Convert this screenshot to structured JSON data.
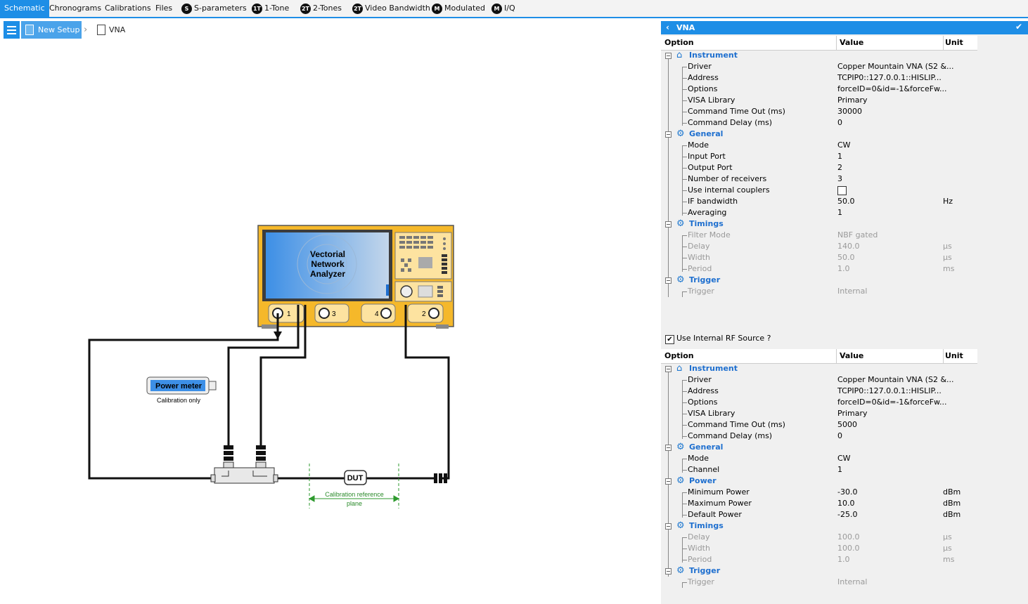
{
  "tabs": [
    {
      "label": "Schematic",
      "active": true
    },
    {
      "label": "Chronograms"
    },
    {
      "label": "Calibrations"
    },
    {
      "label": "Files"
    },
    {
      "label": "S-parameters",
      "badge": "S"
    },
    {
      "label": "1-Tone",
      "badge": "1T"
    },
    {
      "label": "2-Tones",
      "badge": "2T"
    },
    {
      "label": "Video Bandwidth",
      "badge": "2T"
    },
    {
      "label": "Modulated",
      "badge": "M"
    },
    {
      "label": "I/Q",
      "badge": "M"
    }
  ],
  "breadcrumb": {
    "setup": "New Setup",
    "current": "VNA"
  },
  "schematic": {
    "vna_line1": "Vectorial",
    "vna_line2": "Network",
    "vna_line3": "Analyzer",
    "port1": "1",
    "port2": "2",
    "port3": "3",
    "port4": "4",
    "power_meter": "Power meter",
    "power_meter_note": "Calibration only",
    "dut": "DUT",
    "cal_ref_line1": "Calibration reference",
    "cal_ref_line2": "plane"
  },
  "panel": {
    "title": "VNA",
    "columns": {
      "option": "Option",
      "value": "Value",
      "unit": "Unit"
    },
    "rf_source_label": "Use Internal RF Source ?",
    "grid1": {
      "instrument": {
        "title": "Instrument",
        "rows": [
          {
            "o": "Driver",
            "v": "Copper Mountain VNA (S2 &...",
            "u": ""
          },
          {
            "o": "Address",
            "v": "TCPIP0::127.0.0.1::HISLIP...",
            "u": ""
          },
          {
            "o": "Options",
            "v": "forceID=0&id=-1&forceFw...",
            "u": ""
          },
          {
            "o": "VISA Library",
            "v": "Primary",
            "u": ""
          },
          {
            "o": "Command Time Out (ms)",
            "v": "30000",
            "u": ""
          },
          {
            "o": "Command Delay (ms)",
            "v": "0",
            "u": ""
          }
        ]
      },
      "general": {
        "title": "General",
        "rows": [
          {
            "o": "Mode",
            "v": "CW",
            "u": ""
          },
          {
            "o": "Input Port",
            "v": "1",
            "u": ""
          },
          {
            "o": "Output Port",
            "v": "2",
            "u": ""
          },
          {
            "o": "Number of receivers",
            "v": "3",
            "u": ""
          },
          {
            "o": "Use internal couplers",
            "v": "",
            "u": ""
          },
          {
            "o": "IF bandwidth",
            "v": "50.0",
            "u": "Hz"
          },
          {
            "o": "Averaging",
            "v": "1",
            "u": ""
          }
        ]
      },
      "timings": {
        "title": "Timings",
        "rows": [
          {
            "o": "Filter Mode",
            "v": "NBF gated",
            "u": ""
          },
          {
            "o": "Delay",
            "v": "140.0",
            "u": "µs"
          },
          {
            "o": "Width",
            "v": "50.0",
            "u": "µs"
          },
          {
            "o": "Period",
            "v": "1.0",
            "u": "ms"
          }
        ]
      },
      "trigger": {
        "title": "Trigger",
        "rows": [
          {
            "o": "Trigger",
            "v": "Internal",
            "u": ""
          }
        ]
      }
    },
    "grid2": {
      "instrument": {
        "title": "Instrument",
        "rows": [
          {
            "o": "Driver",
            "v": "Copper Mountain VNA (S2 &...",
            "u": ""
          },
          {
            "o": "Address",
            "v": "TCPIP0::127.0.0.1::HISLIP...",
            "u": ""
          },
          {
            "o": "Options",
            "v": "forceID=0&id=-1&forceFw...",
            "u": ""
          },
          {
            "o": "VISA Library",
            "v": "Primary",
            "u": ""
          },
          {
            "o": "Command Time Out (ms)",
            "v": "5000",
            "u": ""
          },
          {
            "o": "Command Delay (ms)",
            "v": "0",
            "u": ""
          }
        ]
      },
      "general": {
        "title": "General",
        "rows": [
          {
            "o": "Mode",
            "v": "CW",
            "u": ""
          },
          {
            "o": "Channel",
            "v": "1",
            "u": ""
          }
        ]
      },
      "power": {
        "title": "Power",
        "rows": [
          {
            "o": "Minimum Power",
            "v": "-30.0",
            "u": "dBm"
          },
          {
            "o": "Maximum Power",
            "v": "10.0",
            "u": "dBm"
          },
          {
            "o": "Default Power",
            "v": "-25.0",
            "u": "dBm"
          }
        ]
      },
      "timings": {
        "title": "Timings",
        "rows": [
          {
            "o": "Delay",
            "v": "100.0",
            "u": "µs"
          },
          {
            "o": "Width",
            "v": "100.0",
            "u": "µs"
          },
          {
            "o": "Period",
            "v": "1.0",
            "u": "ms"
          }
        ]
      },
      "trigger": {
        "title": "Trigger",
        "rows": [
          {
            "o": "Trigger",
            "v": "Internal",
            "u": ""
          }
        ]
      }
    }
  }
}
